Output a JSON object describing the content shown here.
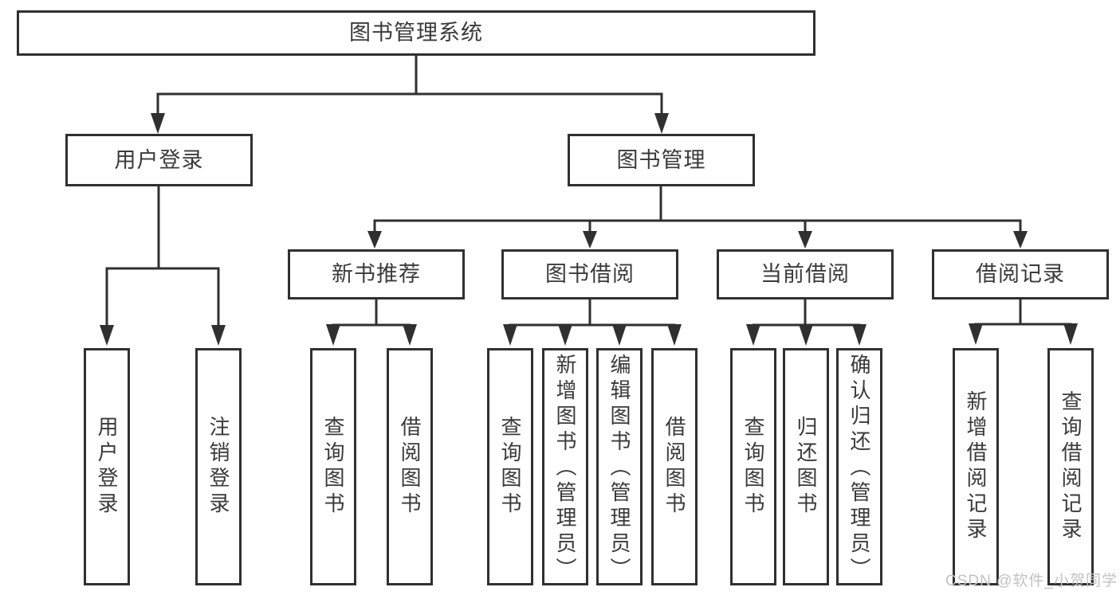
{
  "diagram": {
    "root": {
      "label": "图书管理系统"
    },
    "level2": [
      {
        "id": "user-login",
        "label": "用户登录"
      },
      {
        "id": "book-management",
        "label": "图书管理"
      }
    ],
    "level3": [
      {
        "id": "new-book-recommend",
        "label": "新书推荐"
      },
      {
        "id": "book-borrowing",
        "label": "图书借阅"
      },
      {
        "id": "current-borrowing",
        "label": "当前借阅"
      },
      {
        "id": "borrowing-records",
        "label": "借阅记录"
      }
    ],
    "leaves": [
      {
        "id": "user-login-leaf",
        "parent": "user-login",
        "label": "用户登录"
      },
      {
        "id": "logout",
        "parent": "user-login",
        "label": "注销登录"
      },
      {
        "id": "query-books-recommend",
        "parent": "new-book-recommend",
        "label": "查询图书"
      },
      {
        "id": "borrow-books-recommend",
        "parent": "new-book-recommend",
        "label": "借阅图书"
      },
      {
        "id": "query-books-borrowing",
        "parent": "book-borrowing",
        "label": "查询图书"
      },
      {
        "id": "add-books-admin",
        "parent": "book-borrowing",
        "label": "新增图书（管理员）"
      },
      {
        "id": "edit-books-admin",
        "parent": "book-borrowing",
        "label": "编辑图书（管理员）"
      },
      {
        "id": "borrow-books-borrowing",
        "parent": "book-borrowing",
        "label": "借阅图书"
      },
      {
        "id": "query-books-current",
        "parent": "current-borrowing",
        "label": "查询图书"
      },
      {
        "id": "return-books",
        "parent": "current-borrowing",
        "label": "归还图书"
      },
      {
        "id": "confirm-return-admin",
        "parent": "current-borrowing",
        "label": "确认归还（管理员）"
      },
      {
        "id": "add-borrow-record",
        "parent": "borrowing-records",
        "label": "新增借阅记录"
      },
      {
        "id": "query-borrow-record",
        "parent": "borrowing-records",
        "label": "查询借阅记录"
      }
    ]
  },
  "watermark": {
    "text": "CSDN @软件_小贺同学"
  },
  "colors": {
    "line": "#303030",
    "text": "#3a3a3a",
    "background": "#ffffff",
    "watermark": "#c2c2c2"
  }
}
